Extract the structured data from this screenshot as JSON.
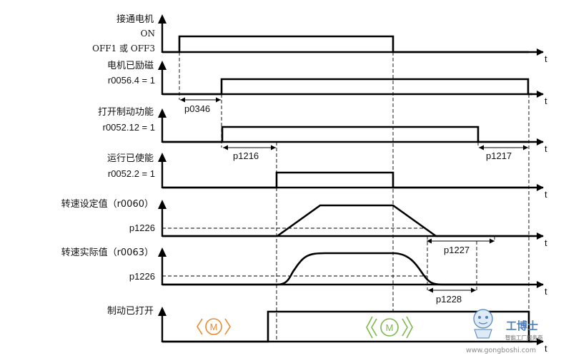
{
  "rows": [
    {
      "label": "接通电机",
      "label2": "ON",
      "label3": "OFF1 或 OFF3"
    },
    {
      "label": "电机已励磁",
      "label2": "r0056.4 = 1"
    },
    {
      "label": "打开制动功能",
      "label2": "r0052.12 = 1"
    },
    {
      "label": "运行已使能",
      "label2": "r0052.2 = 1"
    },
    {
      "label": "转速设定值（r0060）",
      "label2": "p1226"
    },
    {
      "label": "转速实际值（r0063）",
      "label2": "p1226"
    },
    {
      "label": "制动已打开"
    }
  ],
  "time_label": "t",
  "params": {
    "p0346": "p0346",
    "p1216": "p1216",
    "p1217": "p1217",
    "p1227": "p1227",
    "p1228": "p1228"
  },
  "motor_icon_letter": "M",
  "colors": {
    "signal": "#000000",
    "motor_stopped": "#E8892E",
    "motor_running": "#7DB84A",
    "watermark_blue": "#4A7FC1"
  },
  "watermark": {
    "brand": "工博士",
    "tagline": "智能工厂服务商",
    "url": "www.gongboshi.com"
  }
}
